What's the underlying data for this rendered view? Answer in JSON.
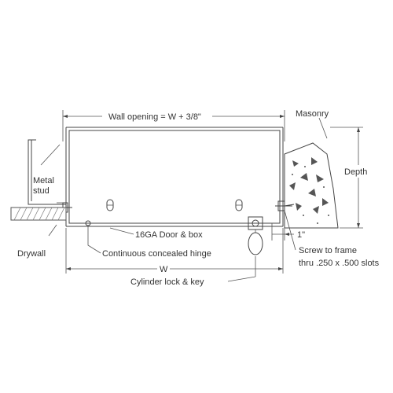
{
  "labels": {
    "wall_opening": "Wall opening = W + 3/8\"",
    "masonry": "Masonry",
    "depth": "Depth",
    "metal": "Metal",
    "stud": "stud",
    "drywall": "Drywall",
    "door_box": "16GA Door & box",
    "hinge": "Continuous concealed hinge",
    "width": "W",
    "one_inch": "1\"",
    "screw_1": "Screw to frame",
    "screw_2": "thru .250 x .500 slots",
    "cylinder": "Cylinder lock & key"
  },
  "colors": {
    "line": "#444444",
    "text": "#333333",
    "drywall_hatch": "#777777"
  }
}
